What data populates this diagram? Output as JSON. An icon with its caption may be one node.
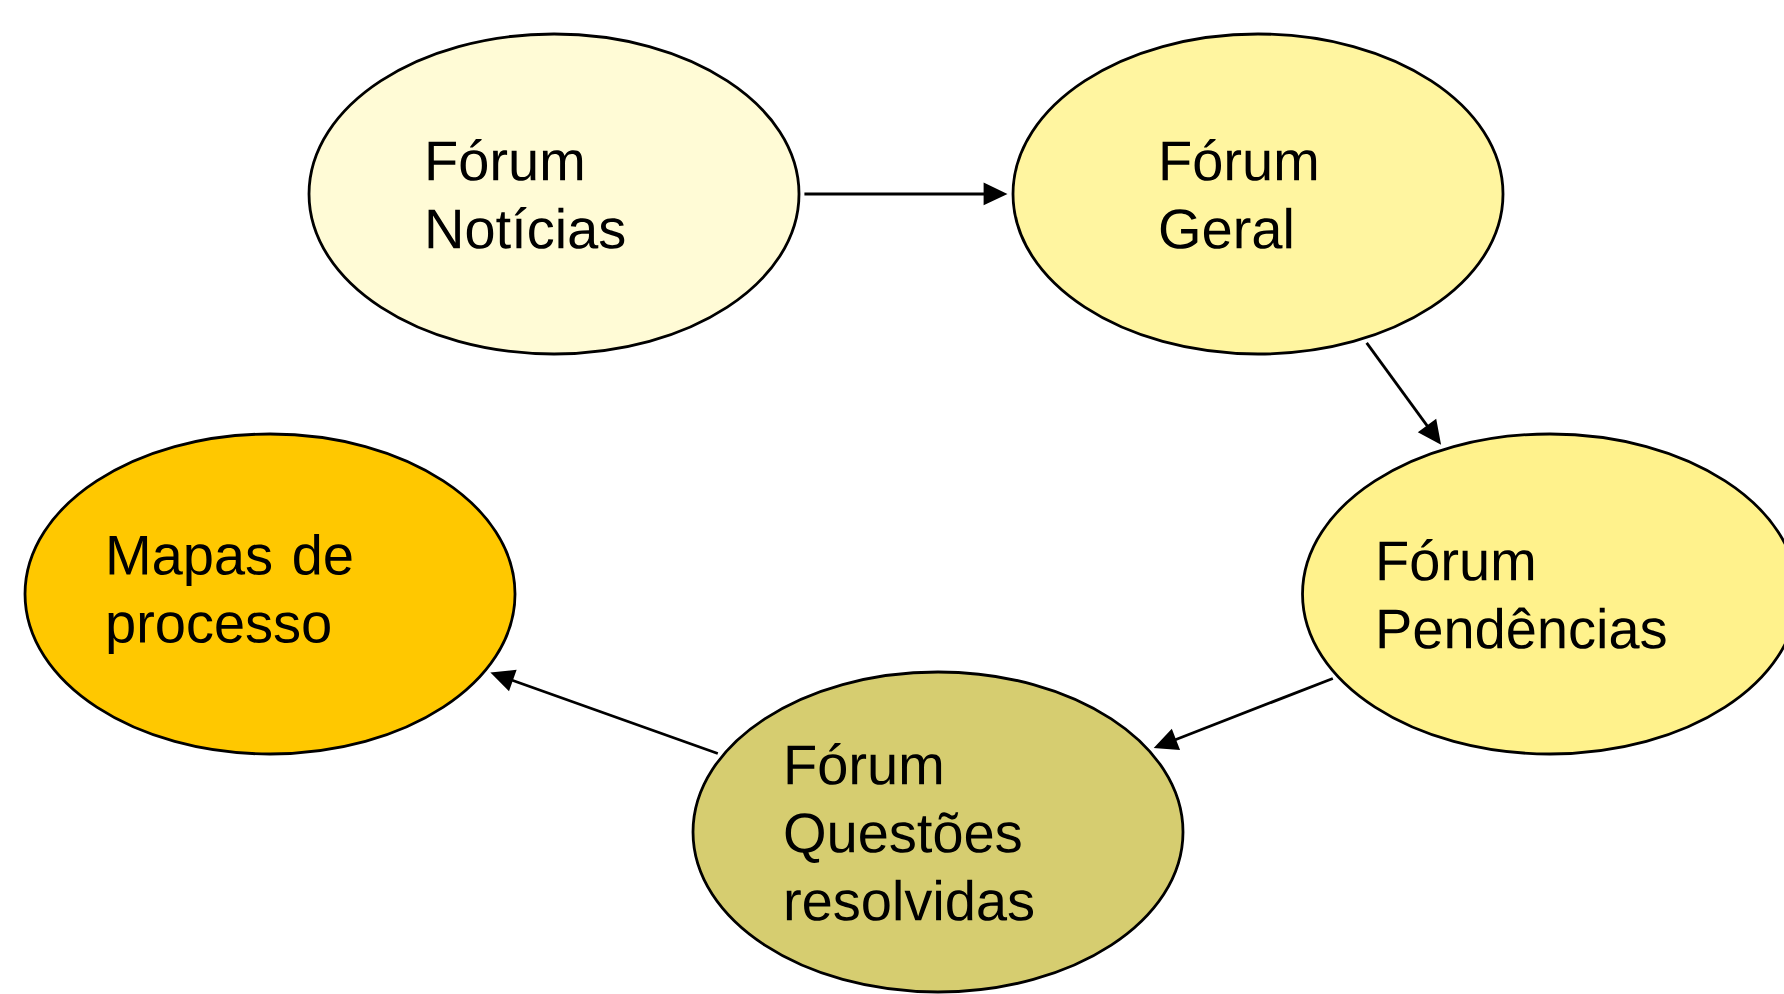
{
  "diagram": {
    "nodes": [
      {
        "text": [
          "Fórum Notícias"
        ]
      },
      {
        "text": [
          "Fórum Geral"
        ]
      },
      {
        "text": [
          "Fórum Pendências"
        ]
      },
      {
        "text": [
          "Fórum Questões resolvidas"
        ]
      },
      {
        "text": [
          "Mapas de processo"
        ]
      }
    ],
    "edges": [
      {
        "from": 0,
        "to": 1,
        "arrow": "to"
      },
      {
        "from": 1,
        "to": 2,
        "arrow": "to"
      },
      {
        "from": 2,
        "to": 3,
        "arrow": "to"
      },
      {
        "from": 3,
        "to": 4,
        "arrow": "to"
      }
    ]
  }
}
